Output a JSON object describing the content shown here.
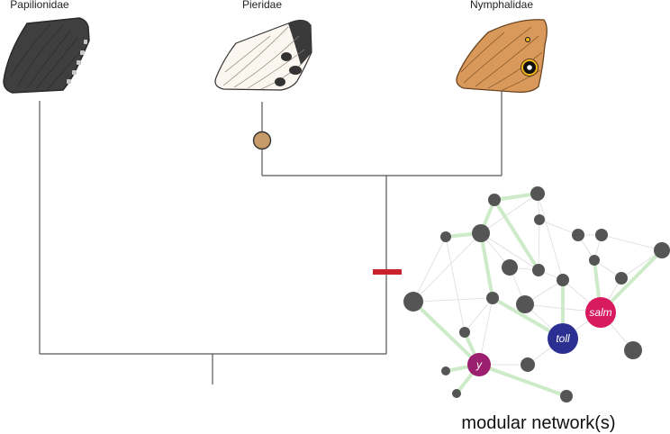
{
  "taxa": [
    {
      "name": "Papilionidae"
    },
    {
      "name": "Pieridae"
    },
    {
      "name": "Nymphalidae"
    }
  ],
  "network": {
    "caption": "modular network(s)",
    "hubs": [
      {
        "label": "salm",
        "color": "#d81b5e"
      },
      {
        "label": "toll",
        "color": "#2b2f92"
      },
      {
        "label": "y",
        "color": "#9c1e6e"
      }
    ]
  },
  "colors": {
    "branch": "#555555",
    "origin_marker": "#c79a6a",
    "loss_marker": "#c8232c",
    "node": "#555555",
    "edge_strong": "#cdebc8",
    "edge_weak": "#dcdcdc",
    "papilionid_wing": "#3f3f3f",
    "pierid_wing": "#fbf7f0",
    "nymphalid_wing": "#d9995a",
    "eyespot_ring": "#f2b51c"
  },
  "icons": [
    "origin-marker-icon",
    "loss-marker-icon"
  ]
}
